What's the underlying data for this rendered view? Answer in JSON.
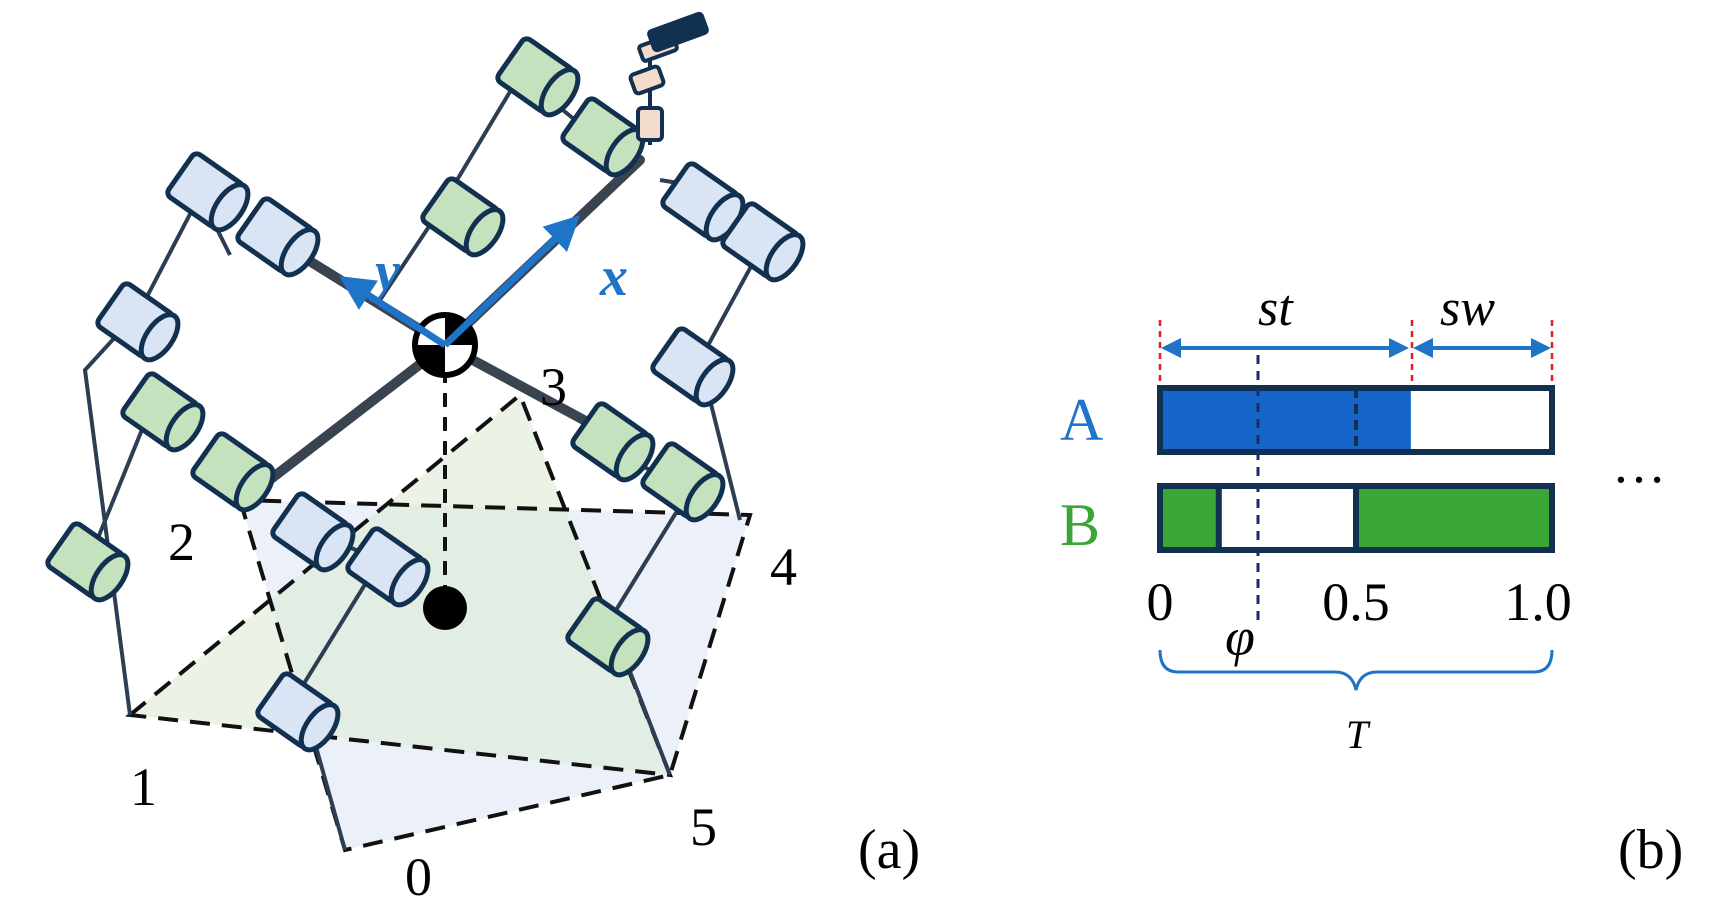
{
  "panel_a": {
    "caption": "(a)",
    "axis_x_label": "x",
    "axis_y_label": "y",
    "leg_numbers": [
      "0",
      "1",
      "2",
      "3",
      "4",
      "5"
    ]
  },
  "panel_b": {
    "caption": "(b)",
    "stance_label": "st",
    "swing_label": "sw",
    "rows": [
      {
        "label": "A",
        "color": "#1565c8",
        "segments": [
          [
            0,
            0.64
          ]
        ],
        "dashed_mark": 0.5
      },
      {
        "label": "B",
        "color": "#3aa637",
        "segments": [
          [
            0,
            0.15
          ],
          [
            0.5,
            1.0
          ]
        ]
      }
    ],
    "phase_symbol": "φ",
    "phase_value": 0.25,
    "period_label": "T",
    "ticks": [
      "0",
      "0.5",
      "1.0"
    ],
    "ellipsis": "…"
  },
  "colors": {
    "navy": "#12304f",
    "accent_blue": "#1f74c8",
    "light_blue_joint": "#d9e4f4",
    "light_green_joint": "#c4e2bd",
    "swing_green": "#3aa637",
    "red_dash": "#e02020"
  }
}
